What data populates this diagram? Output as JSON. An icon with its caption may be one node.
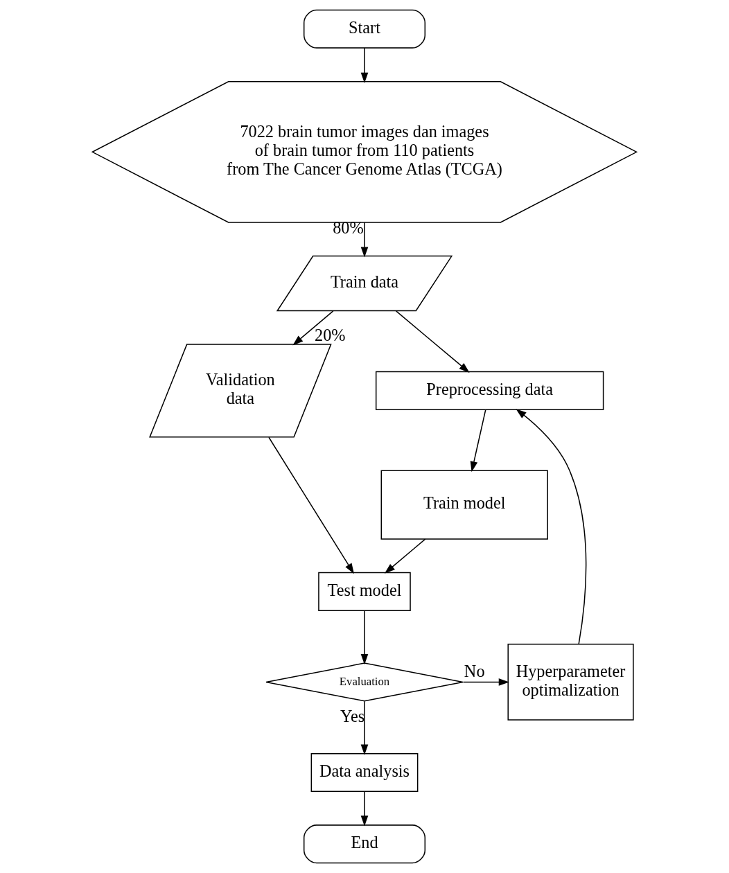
{
  "diagram": {
    "nodes": [
      {
        "text": [
          "Start"
        ]
      },
      {
        "text": [
          "7022 brain tumor images dan images of brain tumor from 110 patients from The Cancer Genome Atlas (TCGA)"
        ]
      },
      {
        "text": [
          "Train data"
        ]
      },
      {
        "text": [
          "Validation data"
        ]
      },
      {
        "text": [
          "Preprocessing data"
        ]
      },
      {
        "text": [
          "Train model"
        ]
      },
      {
        "text": [
          "Test model"
        ]
      },
      {
        "text": [
          "Evaluation"
        ]
      },
      {
        "text": [
          "Hyperparameter optimalization"
        ]
      },
      {
        "text": [
          "Data analysis"
        ]
      },
      {
        "text": [
          "End"
        ]
      }
    ],
    "edges": [
      {
        "from": 0,
        "to": 1,
        "arrow": "to"
      },
      {
        "from": 1,
        "to": 2,
        "arrow": "to",
        "label": "80%"
      },
      {
        "from": 2,
        "to": 3,
        "arrow": "to",
        "label": "20%"
      },
      {
        "from": 2,
        "to": 4,
        "arrow": "to"
      },
      {
        "from": 4,
        "to": 5,
        "arrow": "to"
      },
      {
        "from": 5,
        "to": 6,
        "arrow": "to"
      },
      {
        "from": 3,
        "to": 6,
        "arrow": "to"
      },
      {
        "from": 6,
        "to": 7,
        "arrow": "to"
      },
      {
        "from": 7,
        "to": 8,
        "arrow": "to",
        "label": "No"
      },
      {
        "from": 8,
        "to": 4,
        "arrow": "to"
      },
      {
        "from": 7,
        "to": 9,
        "arrow": "to",
        "label": "Yes"
      },
      {
        "from": 9,
        "to": 10,
        "arrow": "to"
      }
    ]
  }
}
